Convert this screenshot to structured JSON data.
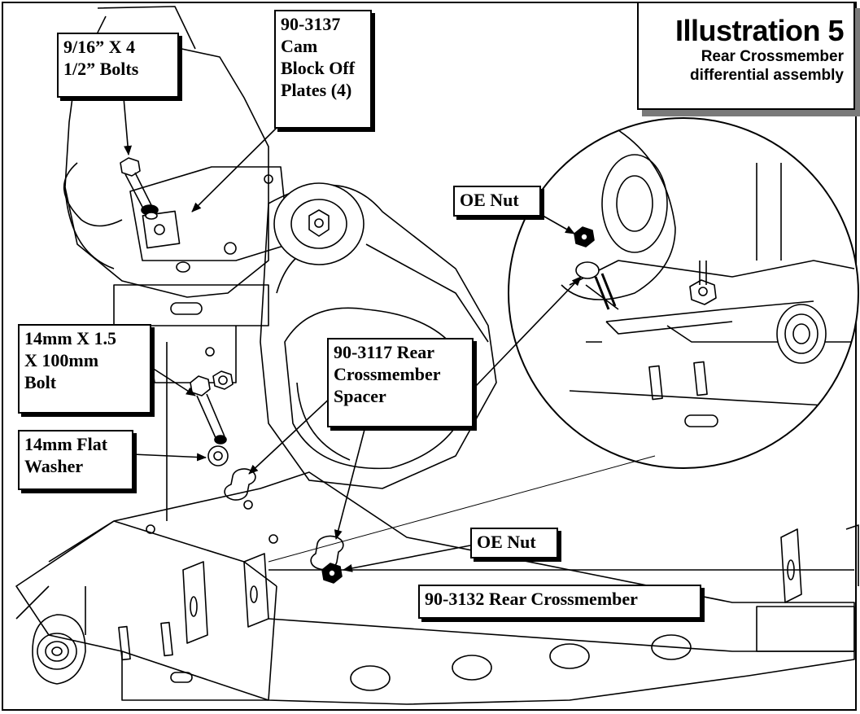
{
  "title": {
    "main": "Illustration 5",
    "sub_line1": "Rear Crossmember",
    "sub_line2": "differential assembly"
  },
  "callouts": {
    "bolts_9_16": "9/16” X 4\n1/2” Bolts",
    "cam_block_off": "90-3137\nCam\nBlock Off\nPlates (4)",
    "oe_nut_top": "OE Nut",
    "bolt_14mm": "14mm X 1.5\nX 100mm\nBolt",
    "spacer": "90-3117 Rear\nCrossmember\nSpacer",
    "flat_washer": "14mm Flat\nWasher",
    "oe_nut_bottom": "OE Nut",
    "crossmember": "90-3132 Rear Crossmember"
  },
  "colors": {
    "line": "#000000",
    "background": "#ffffff",
    "shadow": "#7a7a7a"
  }
}
